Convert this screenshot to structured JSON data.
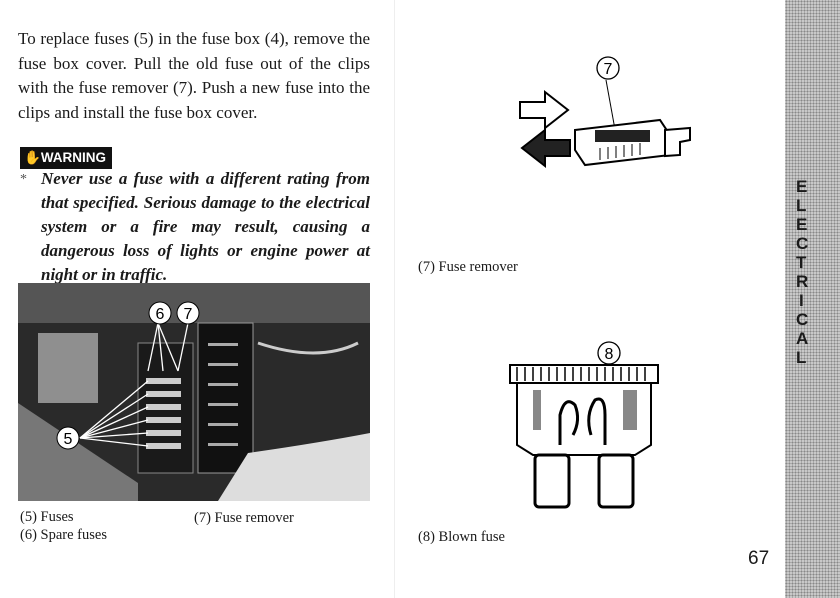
{
  "body_text": "To replace fuses (5) in the fuse box (4), remove the fuse box cover. Pull the old fuse out of the clips with the fuse remover (7). Push a new fuse into the clips and install the fuse box cover.",
  "warning": {
    "label": "WARNING",
    "bullet": "*",
    "text": "Never use a fuse with a different rating from that specified. Serious damage to the electrical system or a fire may result, causing a dangerous loss of lights or engine power at night or in traffic."
  },
  "photo": {
    "callouts": [
      "5",
      "6",
      "7"
    ]
  },
  "captions": {
    "fuses": "(5) Fuses",
    "spare_fuses": "(6) Spare fuses",
    "fuse_remover_left": "(7) Fuse remover",
    "fuse_remover_right": "(7) Fuse remover",
    "blown_fuse": "(8) Blown fuse"
  },
  "illustrations": {
    "remover_callout": "7",
    "blown_fuse_callout": "8"
  },
  "side_tab": {
    "letters": [
      "E",
      "L",
      "E",
      "C",
      "T",
      "R",
      "I",
      "C",
      "A",
      "L"
    ]
  },
  "page_number": "67"
}
